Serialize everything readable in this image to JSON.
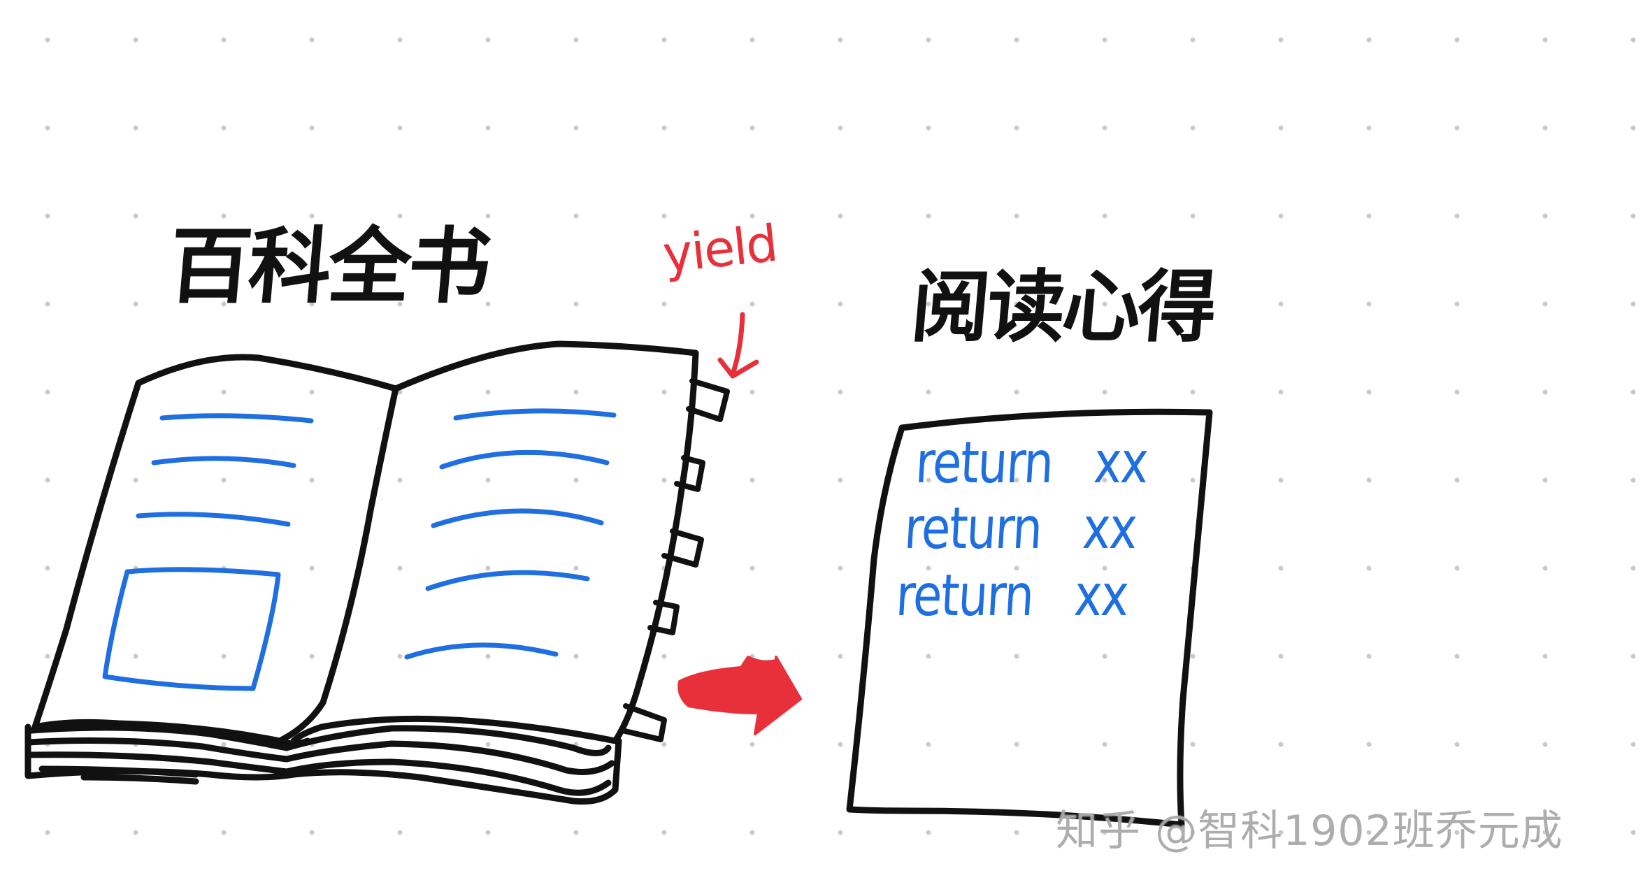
{
  "diagram": {
    "left_title": "百科全书",
    "right_title": "阅读心得",
    "yield_label": "yield",
    "notes": [
      {
        "keyword": "return",
        "value": "xx"
      },
      {
        "keyword": "return",
        "value": "xx"
      },
      {
        "keyword": "return",
        "value": "xx"
      }
    ],
    "watermark": "知乎 @智科1902班乔元成"
  },
  "colors": {
    "ink": "#111111",
    "blue_ink": "#1f6fe0",
    "red_ink": "#e8303a",
    "dot_grid": "#c9c9c9",
    "background": "#ffffff"
  },
  "icons": [
    "encyclopedia-book-icon",
    "bookmark-tab-icon",
    "red-arrow-icon",
    "notes-page-icon"
  ]
}
